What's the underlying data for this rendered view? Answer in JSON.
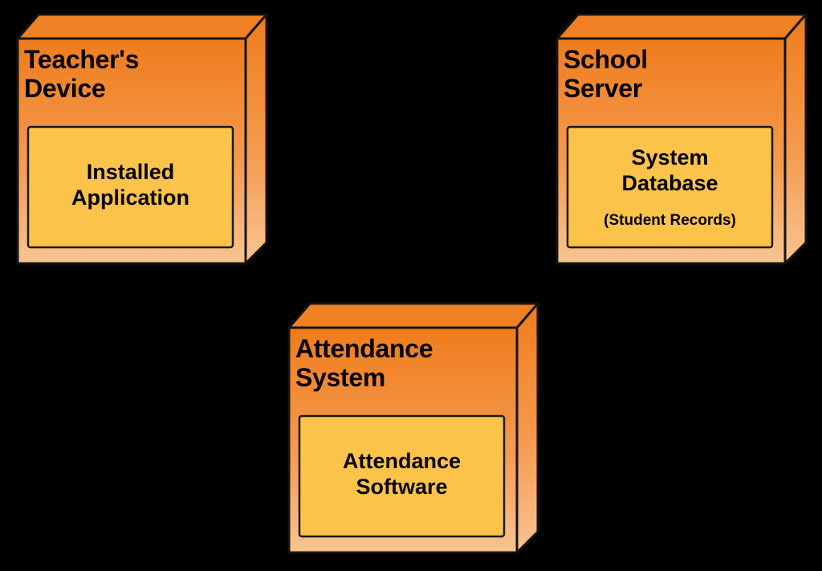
{
  "diagram": {
    "type": "uml-deployment-diagram",
    "title": "",
    "background_color": "#000000",
    "palette": {
      "node_face_top": "#F07F20",
      "node_face_bottom": "#F9C491",
      "node_top_face": "#F08024",
      "artifact_fill": "#FBC34A",
      "outline": "#141414",
      "text": "#000000"
    },
    "nodes": [
      {
        "id": "teachers-device",
        "label": "Teacher's\nDevice",
        "artifact": {
          "id": "installed-application",
          "label": "Installed\nApplication",
          "sublabel": ""
        }
      },
      {
        "id": "school-server",
        "label": "School\nServer",
        "artifact": {
          "id": "system-database",
          "label": "System\nDatabase",
          "sublabel": "(Student Records)"
        }
      },
      {
        "id": "attendance-system",
        "label": "Attendance\nSystem",
        "artifact": {
          "id": "attendance-software",
          "label": "Attendance\nSoftware",
          "sublabel": ""
        }
      }
    ]
  }
}
